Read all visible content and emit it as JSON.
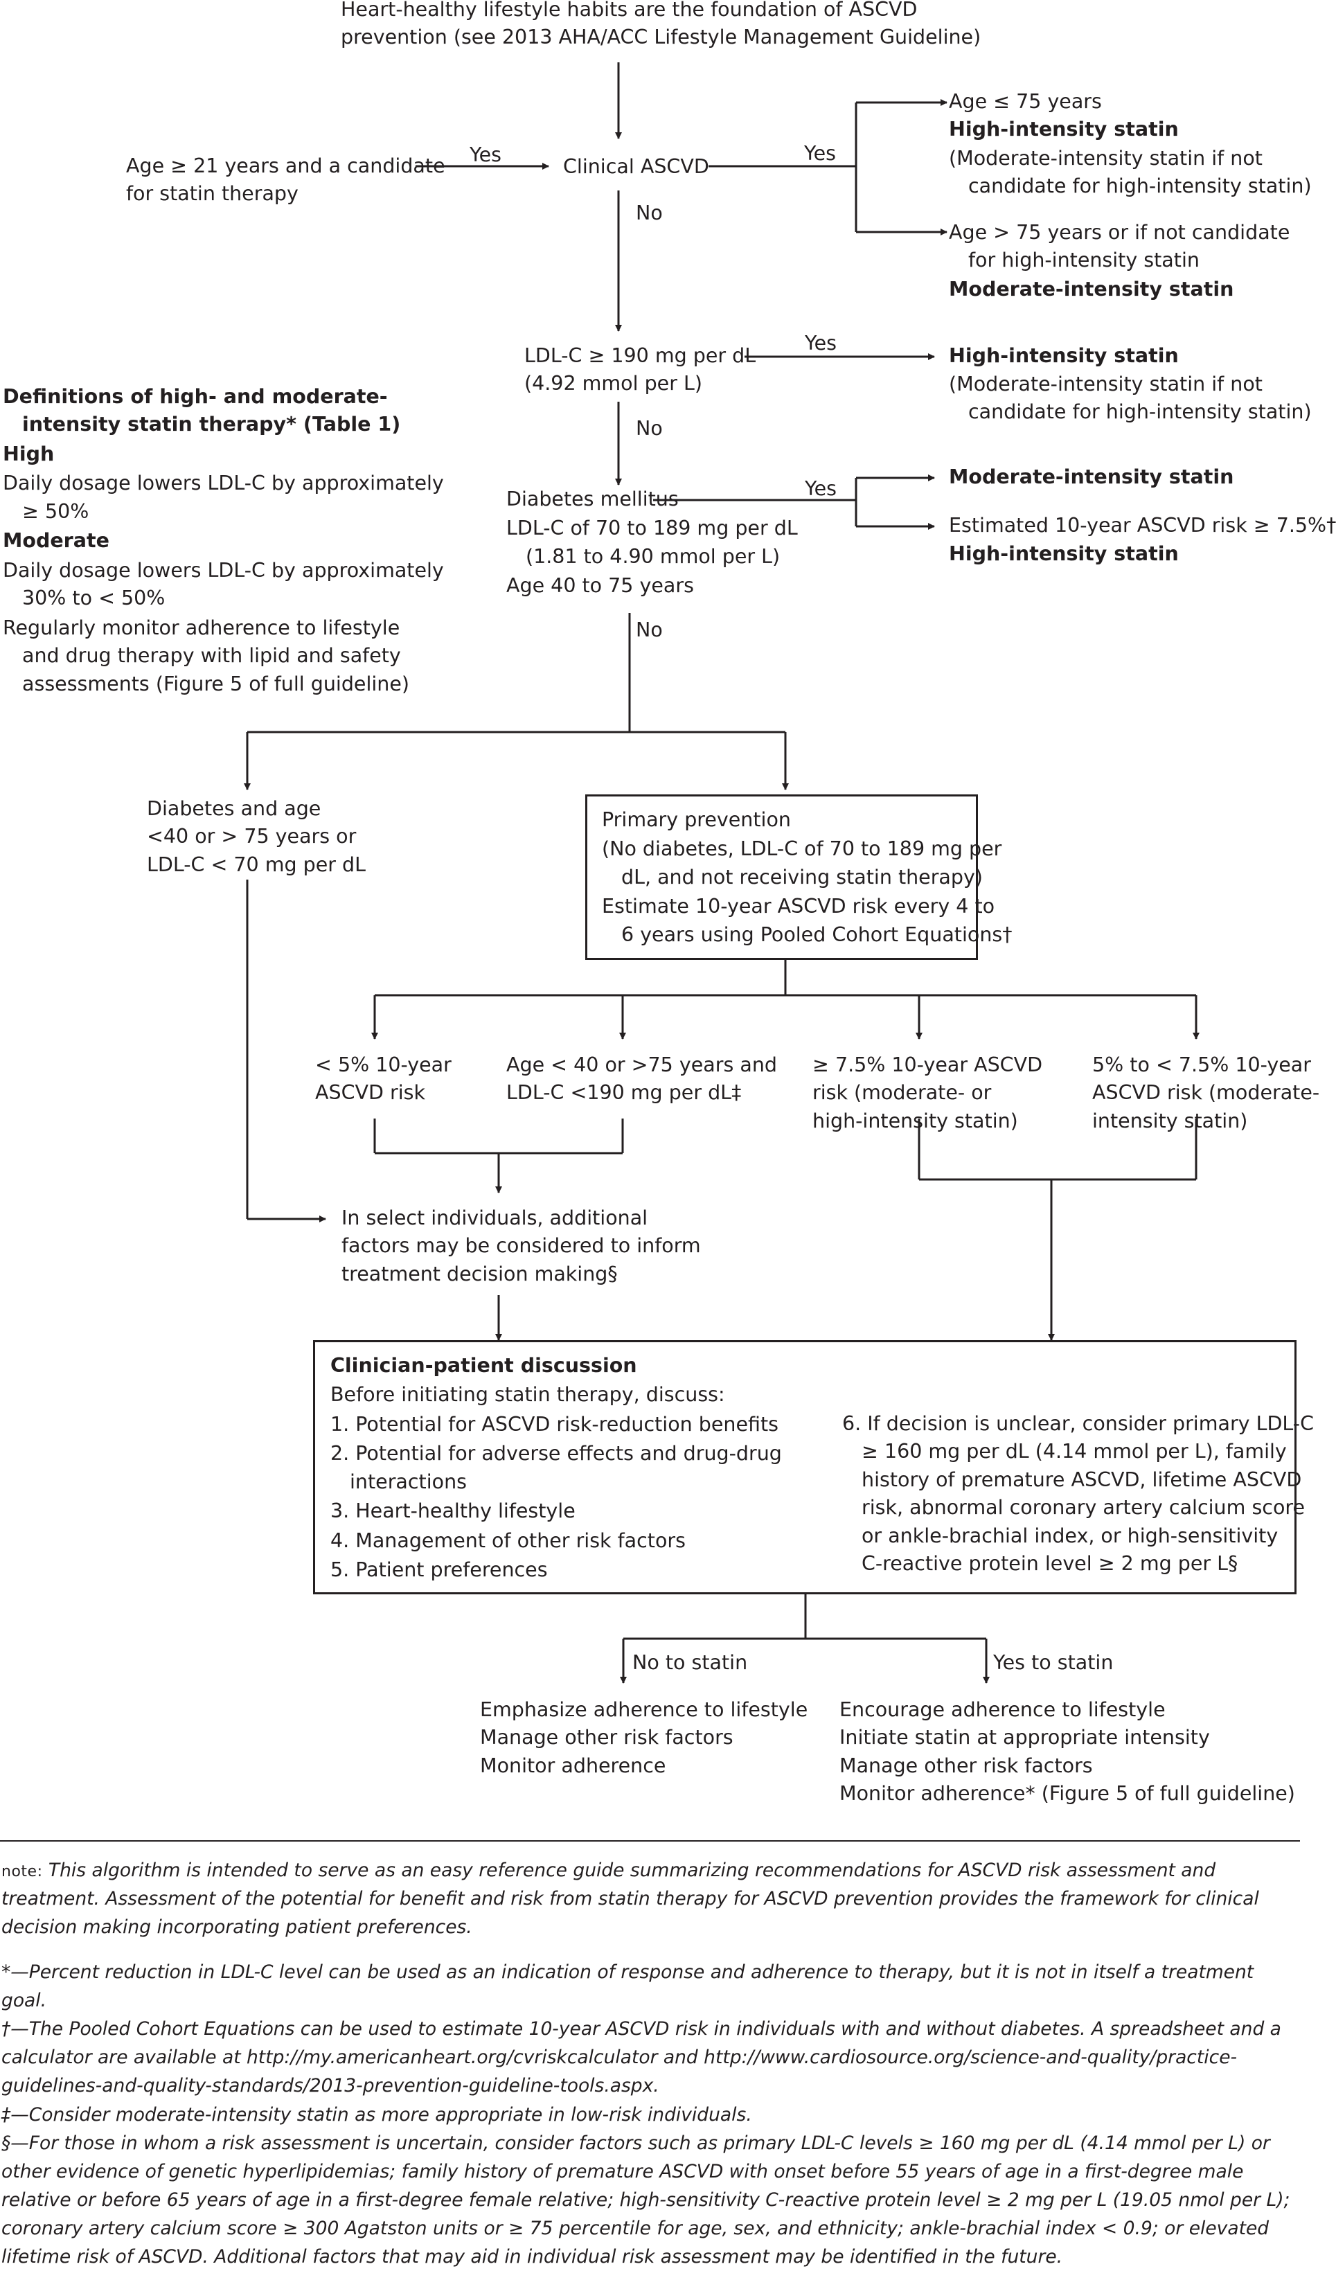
{
  "top": {
    "foundation": [
      "Heart-healthy lifestyle habits are the foundation of ASCVD",
      "prevention (see 2013 AHA/ACC Lifestyle Management Guideline)"
    ]
  },
  "entry": {
    "text": [
      "Age ≥ 21 years and a candidate",
      "for statin therapy"
    ],
    "yes": "Yes"
  },
  "clinical": {
    "label": "Clinical ASCVD",
    "yes": "Yes",
    "no": "No",
    "age_le": "Age ≤ 75 years",
    "high": "High-intensity statin",
    "moderate_note": [
      "(Moderate-intensity statin if not",
      "candidate for high-intensity statin)"
    ],
    "age_gt": [
      "Age > 75 years or if not candidate",
      "for high-intensity statin"
    ],
    "moderate": "Moderate-intensity statin"
  },
  "ldl190": {
    "text": [
      "LDL-C ≥ 190 mg per dL",
      "(4.92 mmol per L)"
    ],
    "yes": "Yes",
    "no": "No",
    "high": "High-intensity statin",
    "moderate_note": [
      "(Moderate-intensity statin if not",
      "candidate for high-intensity statin)"
    ]
  },
  "definitions": {
    "title": [
      "Definitions of high- and moderate-",
      "intensity statin therapy* (Table 1)"
    ],
    "high_label": "High",
    "high_text": [
      "Daily dosage lowers LDL-C by approximately",
      "≥ 50%"
    ],
    "moderate_label": "Moderate",
    "moderate_text": [
      "Daily dosage lowers LDL-C by approximately",
      "30% to < 50%"
    ],
    "monitor": [
      "Regularly monitor adherence to lifestyle",
      "and drug therapy with lipid and safety",
      "assessments (Figure 5 of full guideline)"
    ]
  },
  "diabetes": {
    "line1": "Diabetes mellitus",
    "line2": "LDL-C of 70 to 189 mg per dL",
    "line3": "(1.81 to 4.90 mmol per L)",
    "line4": "Age 40 to 75 years",
    "yes": "Yes",
    "no": "No",
    "moderate": "Moderate-intensity statin",
    "risk": "Estimated 10-year ASCVD risk ≥ 7.5%†",
    "high": "High-intensity statin"
  },
  "diabetes_other": {
    "text": [
      "Diabetes and age",
      "<40 or > 75 years or",
      "LDL-C < 70 mg per dL"
    ]
  },
  "primary": {
    "title": "Primary prevention",
    "desc": [
      "(No diabetes, LDL-C of 70 to 189 mg per",
      "dL, and not receiving statin therapy)"
    ],
    "estimate": [
      "Estimate 10-year ASCVD risk every 4 to",
      "6 years using Pooled Cohort Equations†"
    ]
  },
  "branches": {
    "lt5": [
      "< 5% 10-year",
      "ASCVD risk"
    ],
    "age": [
      "Age < 40 or >75 years and",
      "LDL-C <190 mg per dL‡"
    ],
    "ge75": [
      "≥ 7.5% 10-year ASCVD",
      "risk (moderate- or",
      "high-intensity statin)"
    ],
    "mid": [
      "5% to < 7.5% 10-year",
      "ASCVD risk (moderate-",
      "intensity statin)"
    ]
  },
  "select": {
    "text": [
      "In select individuals, additional",
      "factors may be considered to inform",
      "treatment decision making§"
    ]
  },
  "discussion": {
    "title": "Clinician-patient discussion",
    "intro": "Before initiating statin therapy, discuss:",
    "items": [
      [
        "1. Potential for ASCVD risk-reduction benefits"
      ],
      [
        "2. Potential for adverse effects and drug-drug",
        "interactions"
      ],
      [
        "3. Heart-healthy lifestyle"
      ],
      [
        "4. Management of other risk factors"
      ],
      [
        "5. Patient preferences"
      ]
    ],
    "item6": [
      "6. If decision is unclear, consider primary LDL-C",
      "≥ 160 mg per dL (4.14 mmol per L), family",
      "history of premature ASCVD, lifetime ASCVD",
      "risk, abnormal coronary artery calcium score",
      "or ankle-brachial index, or high-sensitivity",
      "C-reactive protein level ≥ 2 mg per L§"
    ]
  },
  "outcome": {
    "no_label": "No to statin",
    "yes_label": "Yes to statin",
    "no_items": [
      "Emphasize adherence to lifestyle",
      "Manage other risk factors",
      "Monitor adherence"
    ],
    "yes_items": [
      "Encourage adherence to lifestyle",
      "Initiate statin at appropriate intensity",
      "Manage other risk factors",
      "Monitor adherence* (Figure 5 of full guideline)"
    ]
  },
  "notes": {
    "note_label": "note:",
    "note": "This algorithm is intended to serve as an easy reference guide summarizing recommendations for ASCVD risk assessment and treatment. Assessment of the potential for benefit and risk from statin therapy for ASCVD prevention provides the framework for clinical decision making incorporating patient preferences.",
    "star": "*—Percent reduction in LDL-C level can be used as an indication of response and adherence to therapy, but it is not in itself a treatment goal.",
    "dagger": "†—The Pooled Cohort Equations can be used to estimate 10-year ASCVD risk in individuals with and without diabetes. A spreadsheet and a calculator are available at http://my.americanheart.org/cvriskcalculator and http://www.cardiosource.org/science-and-quality/practice-guidelines-and-quality-standards/2013-prevention-guideline-tools.aspx.",
    "ddagger": "‡—Consider moderate-intensity statin as more appropriate in low-risk individuals.",
    "section": "§—For those in whom a risk assessment is uncertain, consider factors such as primary LDL-C levels ≥ 160 mg per dL (4.14 mmol per L) or other evidence of genetic hyperlipidemias; family history of premature ASCVD with onset before 55 years of age in a first-degree male relative or before 65 years of age in a first-degree female relative; high-sensitivity C-reactive protein level ≥ 2 mg per L (19.05 nmol per L); coronary artery calcium score ≥ 300 Agatston units or ≥ 75 percentile for age, sex, and ethnicity; ankle-brachial index < 0.9; or elevated lifetime risk of ASCVD. Additional factors that may aid in individual risk assessment may be identified in the future."
  }
}
